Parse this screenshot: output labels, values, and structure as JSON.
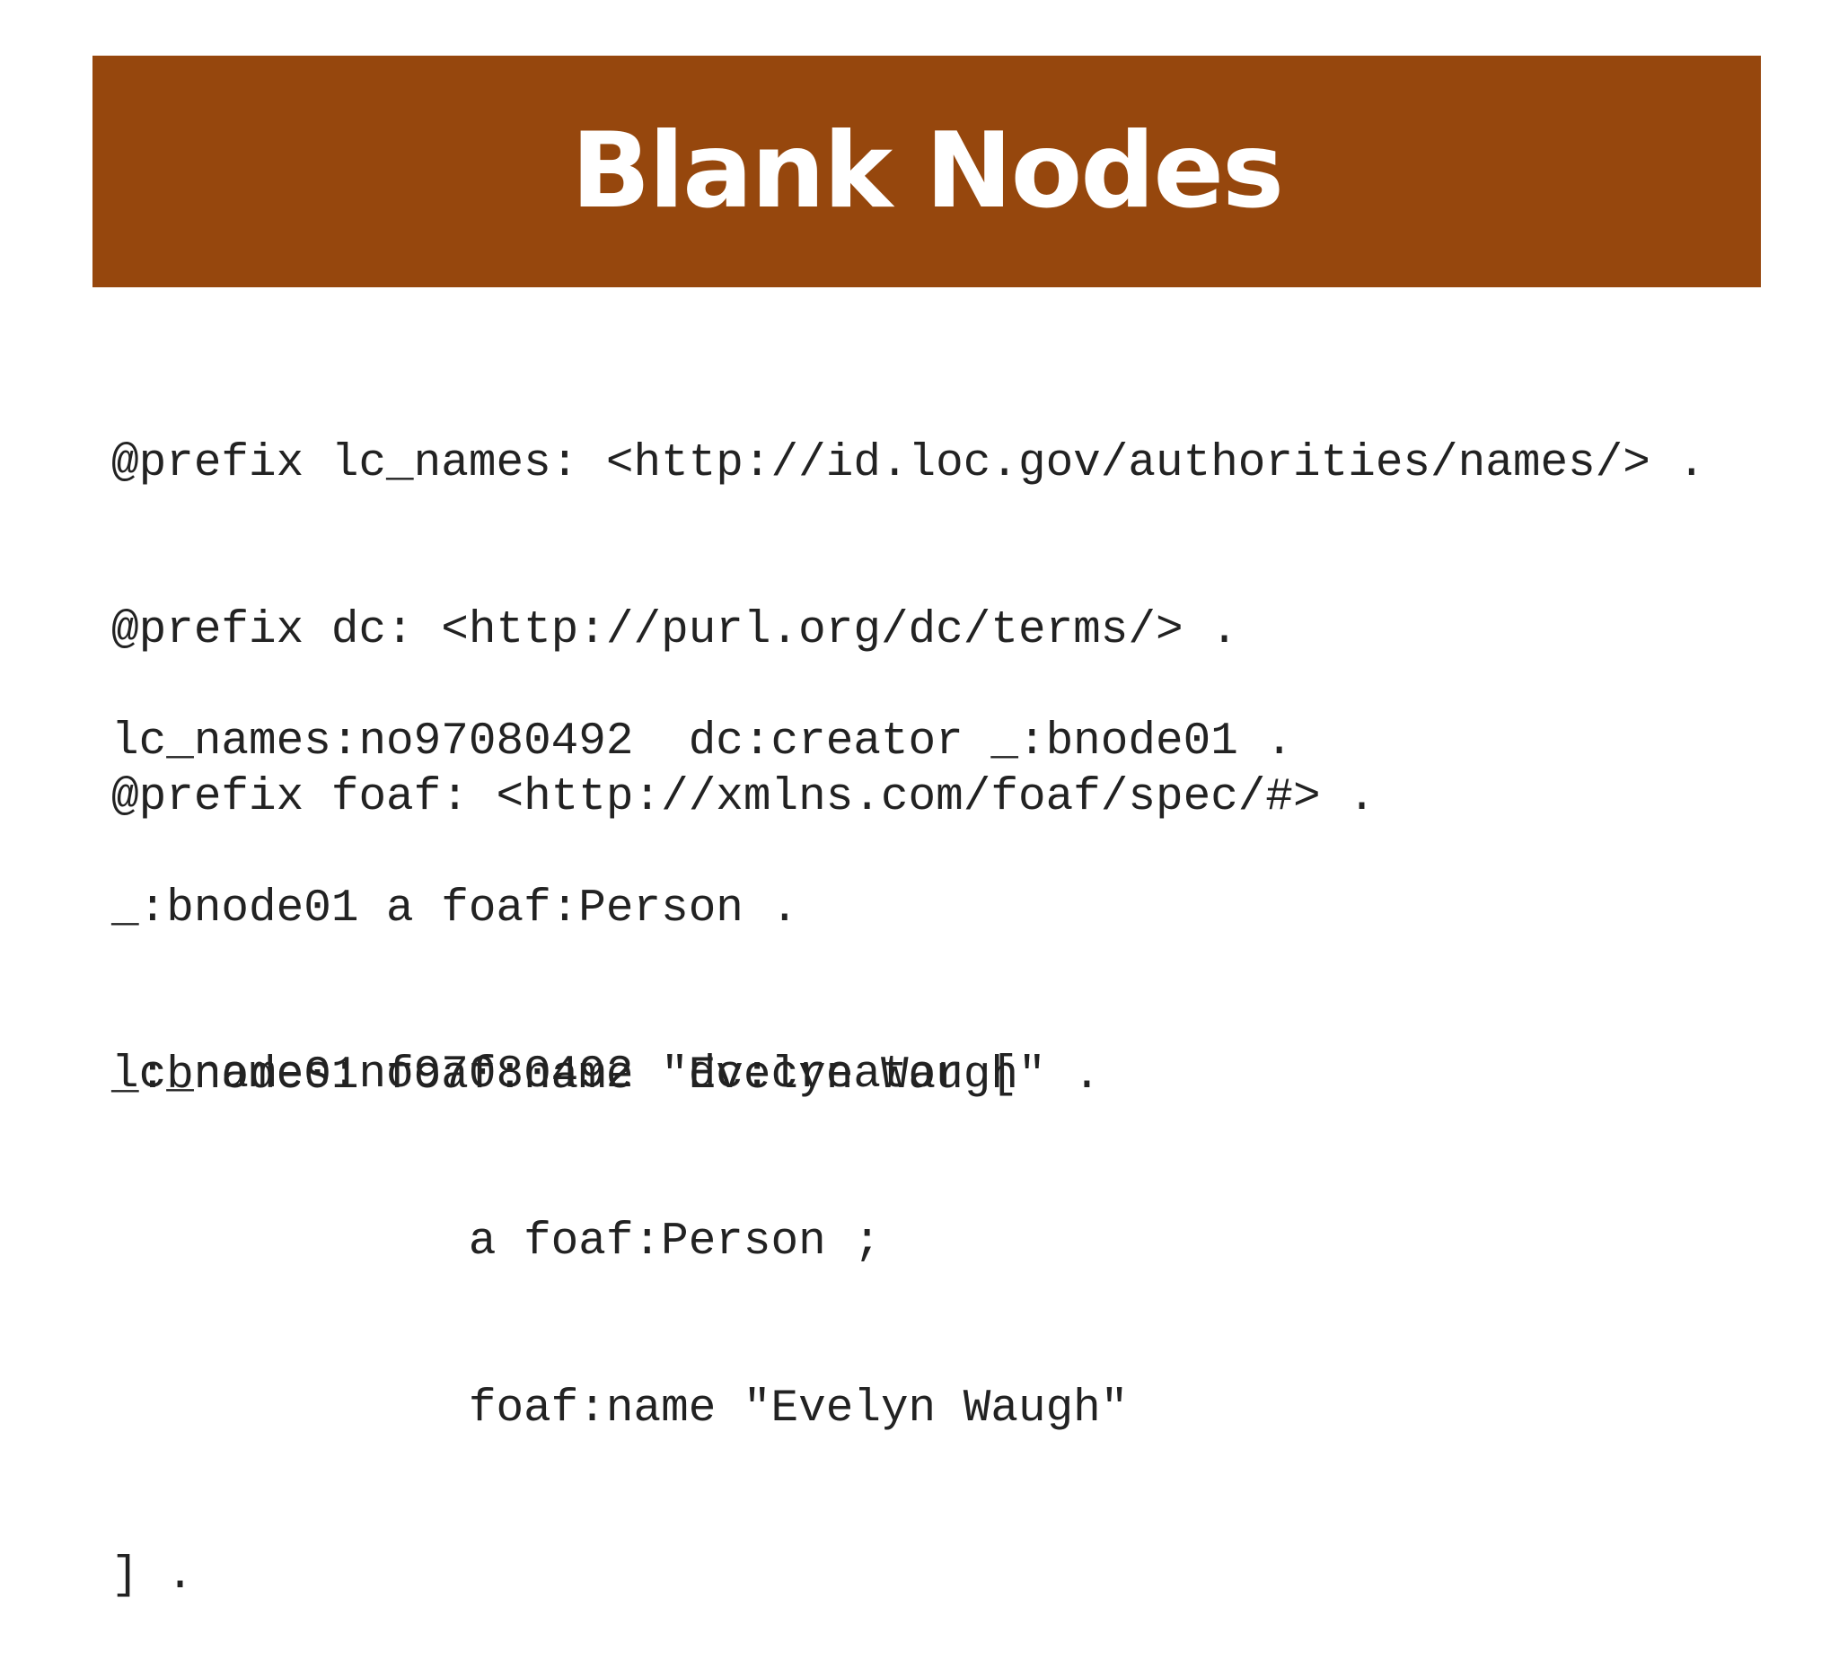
{
  "slide": {
    "title": "Blank Nodes",
    "title_bar_color": "#96470d",
    "title_text_color": "#ffffff",
    "code_color": "#222222"
  },
  "prefixes": [
    "@prefix lc_names: <http://id.loc.gov/authorities/names/> .",
    "@prefix dc: <http://purl.org/dc/terms/> .",
    "@prefix foaf: <http://xmlns.com/foaf/spec/#> ."
  ],
  "triples": [
    "lc_names:no97080492  dc:creator _:bnode01 .",
    "_:bnode01 a foaf:Person .",
    "_:bnode01 foaf:name \"Evelyn Waugh\" ."
  ],
  "bracket_form": [
    "lc_names:no97080492  dc:creator [",
    "             a foaf:Person ;",
    "             foaf:name \"Evelyn Waugh\"",
    "] ."
  ]
}
